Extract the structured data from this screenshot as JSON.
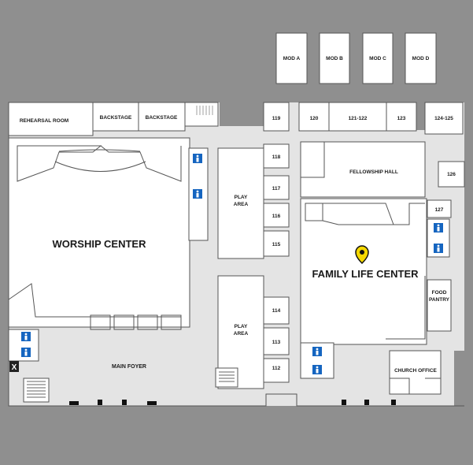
{
  "colors": {
    "background": "#8f8f8f",
    "corridor": "#e4e4e4",
    "room": "#ffffff",
    "restroom": "#1565c0",
    "pin": "#f5d800"
  },
  "modules": [
    "MOD A",
    "MOD B",
    "MOD C",
    "MOD D"
  ],
  "rooms": {
    "rehearsal": "REHEARSAL ROOM",
    "backstage": "BACKSTAGE",
    "worship": "WORSHIP CENTER",
    "main_foyer": "MAIN FOYER",
    "play_area_1": [
      "PLAY",
      "AREA"
    ],
    "play_area_2": [
      "PLAY",
      "AREA"
    ],
    "numbered_left": [
      "118",
      "117",
      "116",
      "115",
      "114",
      "113",
      "112"
    ],
    "top_row": [
      "119",
      "120",
      "121-122",
      "123",
      "124-125"
    ],
    "r126": "126",
    "r127": "127",
    "fellowship": "FELLOWSHIP HALL",
    "family_life": "FAMILY LIFE CENTER",
    "food_pantry": [
      "FOOD",
      "PANTRY"
    ],
    "church_office": "CHURCH OFFICE"
  },
  "icons": {
    "restroom": "restroom-icon",
    "pin": "location-pin-icon",
    "exit": "elevator-x-icon"
  },
  "exit_glyph": "X"
}
